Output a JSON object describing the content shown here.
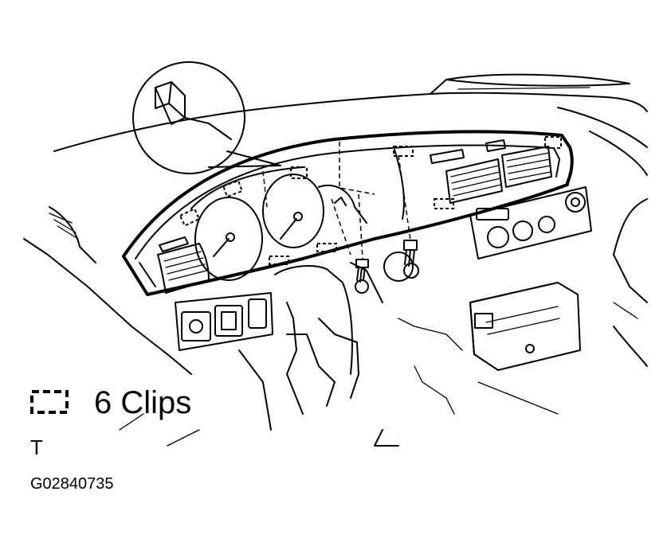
{
  "legend": {
    "icon": "dashed-clip-symbol",
    "text": "6 Clips"
  },
  "note": "T",
  "figure_code": "G02840735"
}
